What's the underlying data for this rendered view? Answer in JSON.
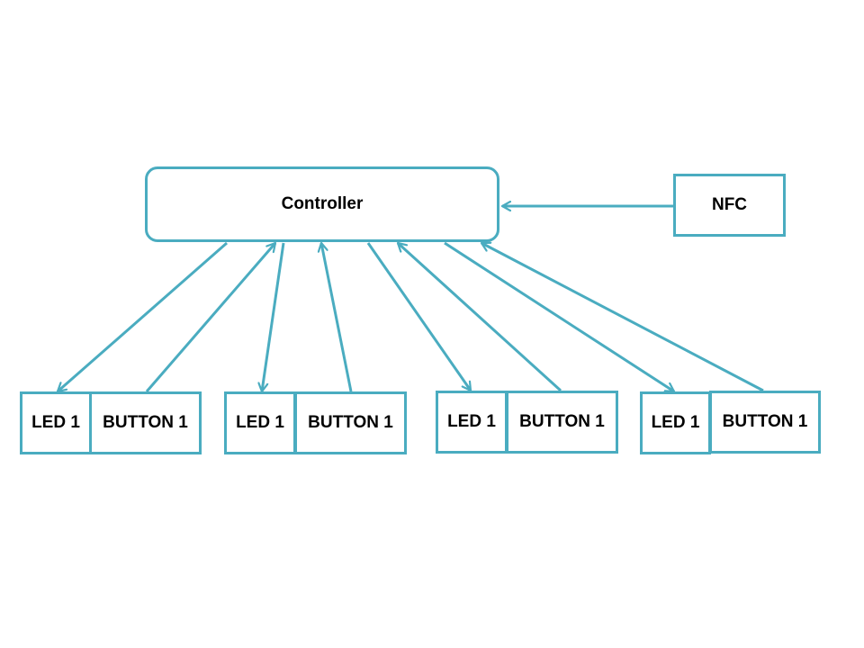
{
  "colors": {
    "accent": "#4aacc0",
    "text": "#000000",
    "background": "#ffffff"
  },
  "nodes": {
    "controller": "Controller",
    "nfc": "NFC",
    "groups": [
      {
        "led": "LED 1",
        "button": "BUTTON 1"
      },
      {
        "led": "LED 1",
        "button": "BUTTON 1"
      },
      {
        "led": "LED 1",
        "button": "BUTTON 1"
      },
      {
        "led": "LED 1",
        "button": "BUTTON 1"
      }
    ]
  },
  "edges": [
    {
      "from": "nfc",
      "to": "controller"
    },
    {
      "from": "controller",
      "to": "led-1"
    },
    {
      "from": "button-1",
      "to": "controller"
    },
    {
      "from": "controller",
      "to": "led-2"
    },
    {
      "from": "button-2",
      "to": "controller"
    },
    {
      "from": "controller",
      "to": "led-3"
    },
    {
      "from": "button-3",
      "to": "controller"
    },
    {
      "from": "controller",
      "to": "led-4"
    },
    {
      "from": "button-4",
      "to": "controller"
    }
  ]
}
